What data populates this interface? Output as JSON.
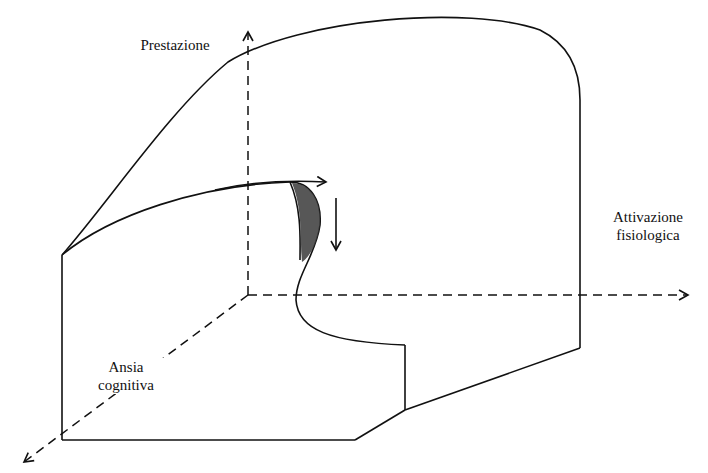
{
  "diagram": {
    "labels": [
      "Prestazione",
      "Attivazione fisiologica",
      "Ansia cognitiva"
    ]
  }
}
